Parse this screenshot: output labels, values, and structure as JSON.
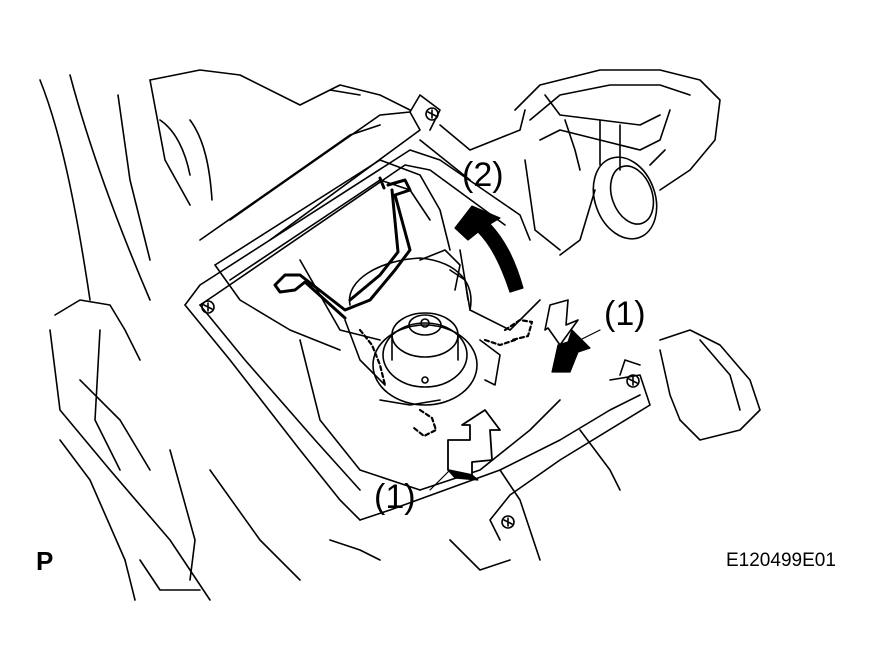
{
  "figure": {
    "labels": {
      "step_2": "(2)",
      "step_1_right": "(1)",
      "step_1_bottom": "(1)",
      "view_letter": "P",
      "figure_code": "E120499E01"
    },
    "colors": {
      "ink": "#000000",
      "paper": "#ffffff"
    }
  }
}
